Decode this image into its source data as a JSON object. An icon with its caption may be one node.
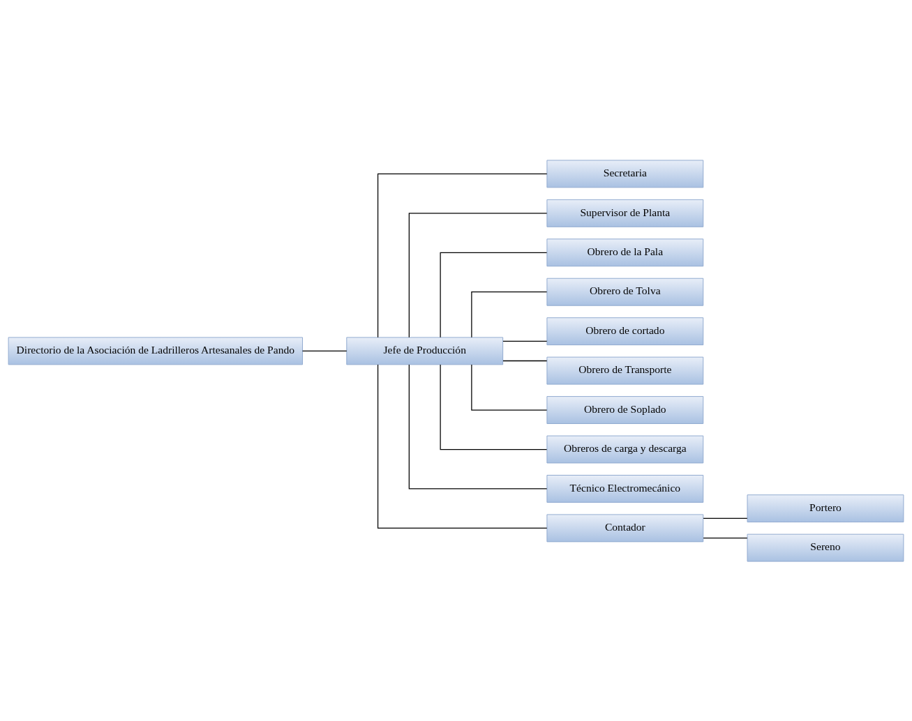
{
  "diagram": {
    "nodes": [
      {
        "text": [
          "Directorio de la Asociación de Ladrilleros Artesanales de Pando"
        ]
      },
      {
        "text": [
          "Jefe de Producción"
        ]
      },
      {
        "text": [
          "Secretaria"
        ]
      },
      {
        "text": [
          "Supervisor de Planta"
        ]
      },
      {
        "text": [
          "Obrero de la Pala"
        ]
      },
      {
        "text": [
          "Obrero de Tolva"
        ]
      },
      {
        "text": [
          "Obrero de cortado"
        ]
      },
      {
        "text": [
          "Obrero de Transporte"
        ]
      },
      {
        "text": [
          "Obrero de Soplado"
        ]
      },
      {
        "text": [
          "Obreros de carga y descarga"
        ]
      },
      {
        "text": [
          "Técnico Electromecánico"
        ]
      },
      {
        "text": [
          "Contador"
        ]
      },
      {
        "text": [
          "Portero"
        ]
      },
      {
        "text": [
          "Sereno"
        ]
      }
    ],
    "edges": [
      {
        "from": 0,
        "to": 1,
        "arrow": "none"
      },
      {
        "from": 1,
        "to": 2,
        "arrow": "none"
      },
      {
        "from": 1,
        "to": 3,
        "arrow": "none"
      },
      {
        "from": 1,
        "to": 4,
        "arrow": "none"
      },
      {
        "from": 1,
        "to": 5,
        "arrow": "none"
      },
      {
        "from": 1,
        "to": 6,
        "arrow": "none"
      },
      {
        "from": 1,
        "to": 7,
        "arrow": "none"
      },
      {
        "from": 1,
        "to": 8,
        "arrow": "none"
      },
      {
        "from": 1,
        "to": 9,
        "arrow": "none"
      },
      {
        "from": 1,
        "to": 10,
        "arrow": "none"
      },
      {
        "from": 1,
        "to": 11,
        "arrow": "none"
      },
      {
        "from": 11,
        "to": 12,
        "arrow": "none"
      },
      {
        "from": 11,
        "to": 13,
        "arrow": "none"
      }
    ]
  }
}
